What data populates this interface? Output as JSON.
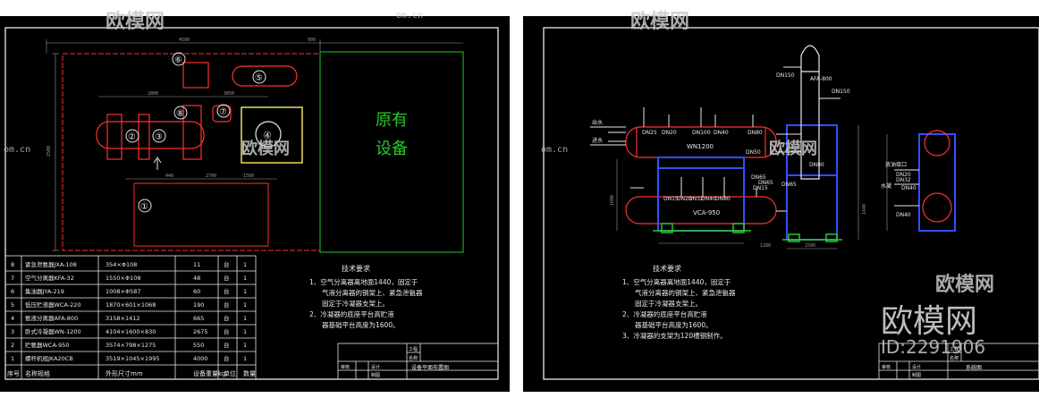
{
  "watermark": {
    "brand": "欧模网",
    "site": "om.cn",
    "id": "ID:2291906"
  },
  "colors": {
    "background": "#000000",
    "frame": "#ffffff",
    "equipment_red": "#ff3030",
    "piping_white": "#e8e8e8",
    "support_blue": "#3050ff",
    "platform_yellow": "#e8e060",
    "existing_green": "#28c828",
    "dimension_gray": "#9a9a9a"
  },
  "left_sheet": {
    "existing_equipment": "原有\n设备",
    "callouts": [
      "⑥",
      "⑤",
      "②",
      "③",
      "⑧",
      "⑦",
      "④",
      "①"
    ],
    "dims": [
      "4590",
      "900",
      "2800",
      "3850",
      "2500",
      "440",
      "2700",
      "1500",
      "2800"
    ],
    "table_rows": [
      {
        "no": "8",
        "name": "紧急泄氨器JXA-108",
        "size": "354×Φ108",
        "weight": "11",
        "unit": "台",
        "qty": "1"
      },
      {
        "no": "7",
        "name": "空气分离器KFA-32",
        "size": "1550×Φ108",
        "weight": "48",
        "unit": "台",
        "qty": "1"
      },
      {
        "no": "6",
        "name": "集油器JYA-219",
        "size": "1008×Φ587",
        "weight": "60",
        "unit": "台",
        "qty": "1"
      },
      {
        "no": "5",
        "name": "低压贮液器WCA-220",
        "size": "1870×601×1068",
        "weight": "190",
        "unit": "台",
        "qty": "1"
      },
      {
        "no": "4",
        "name": "氨液分离器AFA-800",
        "size": "3158×1412",
        "weight": "665",
        "unit": "台",
        "qty": "1"
      },
      {
        "no": "3",
        "name": "卧式冷凝器WN-1200",
        "size": "4104×1600×830",
        "weight": "2675",
        "unit": "台",
        "qty": "1"
      },
      {
        "no": "2",
        "name": "贮氨器WCA-950",
        "size": "3574×798×1275",
        "weight": "550",
        "unit": "台",
        "qty": "1"
      },
      {
        "no": "1",
        "name": "螺杆机组JKA20CB",
        "size": "3519×1045×1995",
        "weight": "4000",
        "unit": "台",
        "qty": "1"
      }
    ],
    "table_header": {
      "no": "序号",
      "name": "名称规格",
      "size": "外形尺寸mm",
      "weight": "设备重量kg",
      "unit": "单位",
      "qty": "数量"
    },
    "notes_title": "技术要求",
    "notes": [
      "1、空气分离器离地面1440，固定于",
      "气液分离器的钢架上、紧急泄氨器",
      "固定于冷凝器支架上。",
      "2、冷凝器的底座平台高贮液",
      "器基础平台高度为1600。"
    ],
    "title_block": {
      "drawing_name": "设备平面布置图",
      "r1": "审核",
      "r2": "设计",
      "r3": "制图",
      "r4": "工程",
      "r5": "名称"
    }
  },
  "right_sheet": {
    "labels": [
      "出水",
      "进水",
      "DN25",
      "DN20",
      "DN100",
      "DN40",
      "DN80",
      "WN1200",
      "DN150",
      "AFA-800",
      "DN150",
      "DN50",
      "DN80",
      "DN65",
      "DN65",
      "DN15",
      "DN20",
      "DN32",
      "DN40",
      "DN80",
      "DN65",
      "DN15",
      "VCA-950",
      "DN20",
      "DN32",
      "DN40",
      "DN40",
      "放油接口",
      "水凝"
    ],
    "dims": [
      "1440",
      "1600",
      "2500",
      "1280"
    ],
    "notes_title": "技术要求",
    "notes": [
      "1、空气分离器离地面1440，固定于",
      "气液分离器的钢架上、紧急泄氨器",
      "固定于冷凝器支架上。",
      "2、冷凝器的底座平台高贮液",
      "器基础平台高度为1600。",
      "3、冷凝器的支架为120槽钢制作。"
    ],
    "title_block": {
      "drawing_name": "系统图",
      "r1": "审核",
      "r2": "设计",
      "r3": "制图",
      "r4": "工程",
      "r5": "名称"
    }
  }
}
